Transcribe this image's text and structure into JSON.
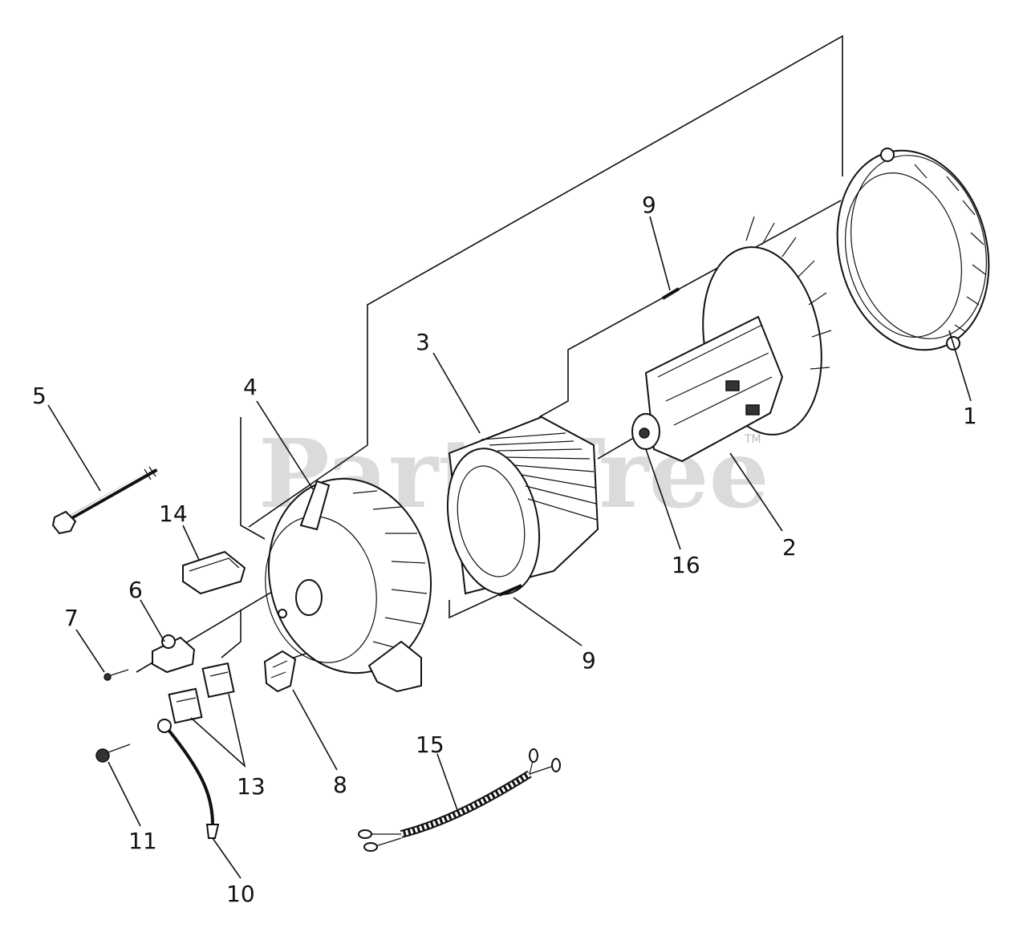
{
  "watermark": {
    "text": "PartsTree",
    "tm": "TM"
  },
  "callouts": [
    {
      "id": "c1",
      "text": "1"
    },
    {
      "id": "c2",
      "text": "2"
    },
    {
      "id": "c3",
      "text": "3"
    },
    {
      "id": "c4",
      "text": "4"
    },
    {
      "id": "c5",
      "text": "5"
    },
    {
      "id": "c6",
      "text": "6"
    },
    {
      "id": "c7",
      "text": "7"
    },
    {
      "id": "c8",
      "text": "8"
    },
    {
      "id": "c9a",
      "text": "9"
    },
    {
      "id": "c9b",
      "text": "9"
    },
    {
      "id": "c10",
      "text": "10"
    },
    {
      "id": "c11",
      "text": "11"
    },
    {
      "id": "c13",
      "text": "13"
    },
    {
      "id": "c14",
      "text": "14"
    },
    {
      "id": "c15",
      "text": "15"
    },
    {
      "id": "c16",
      "text": "16"
    }
  ]
}
